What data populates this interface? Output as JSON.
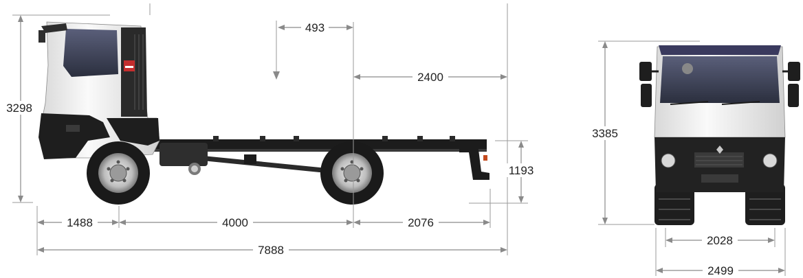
{
  "diagram": {
    "side_view": {
      "overall_height": "3298",
      "front_overhang": "1488",
      "wheelbase": "4000",
      "rear_overhang": "2076",
      "overall_length": "7888",
      "cab_to_axle": "493",
      "axle_to_end": "2400",
      "frame_height": "1193"
    },
    "front_view": {
      "overall_height": "3385",
      "track_width": "2028",
      "overall_width": "2499"
    }
  },
  "colors": {
    "cab_white": "#f2f2f2",
    "chassis_black": "#1c1c1c",
    "dimension_line": "#8a8a8a",
    "text": "#222222",
    "windshield_tint": "#3a3f5a"
  }
}
